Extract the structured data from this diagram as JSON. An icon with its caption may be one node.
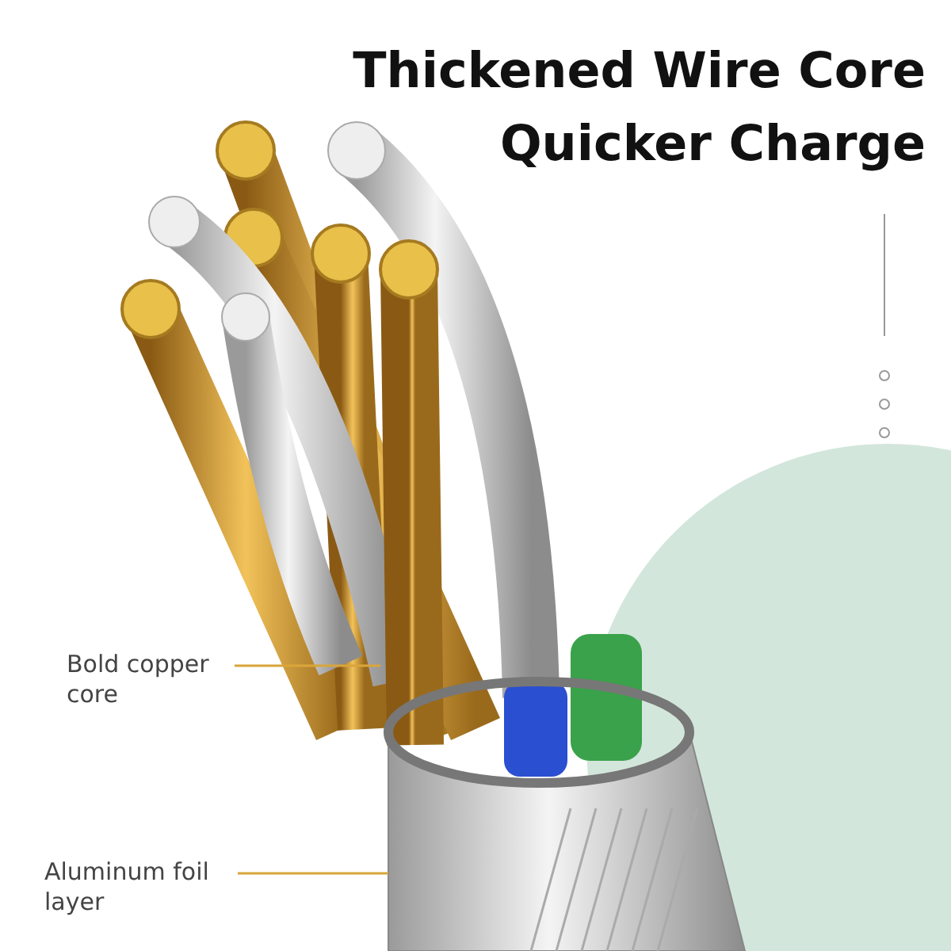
{
  "diagram": {
    "title": "Thickened Wire Core Quicker Charge",
    "nodes": [
      {
        "text": [
          "Bold copper core"
        ]
      },
      {
        "text": [],
        "shape": "picture"
      },
      {
        "text": [
          "Aluminum foil layer"
        ]
      },
      {
        "text": [],
        "shape": "picture"
      }
    ],
    "edges": [
      {
        "from": 0,
        "to": 1,
        "arrow": "none"
      },
      {
        "from": 2,
        "to": 3,
        "arrow": "none"
      }
    ]
  }
}
